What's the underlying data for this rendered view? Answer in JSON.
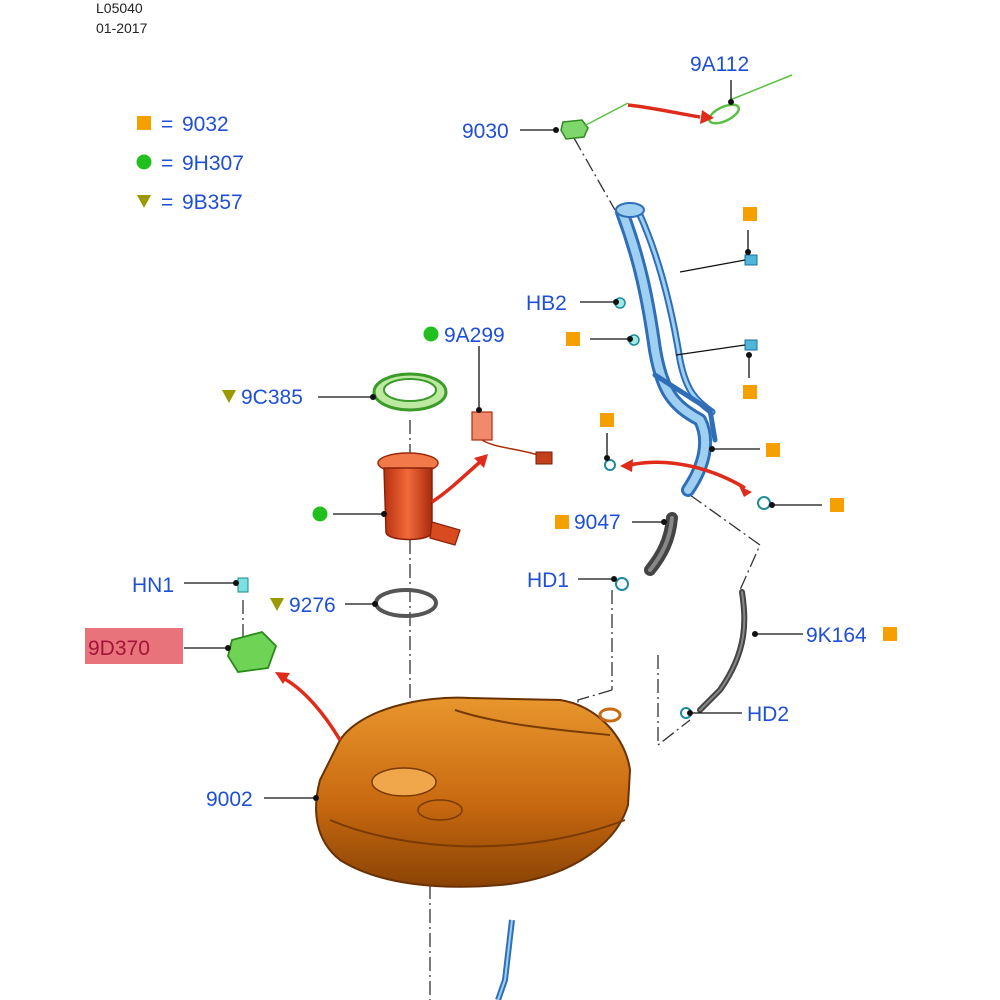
{
  "header": {
    "code": "L05040",
    "date": "01-2017"
  },
  "legend": {
    "square_value": "9032",
    "circle_value": "9H307",
    "triangle_value": "9B357",
    "equals": "="
  },
  "labels": {
    "p9A112": "9A112",
    "p9030": "9030",
    "pHB2": "HB2",
    "p9A299": "9A299",
    "p9C385": "9C385",
    "p9047": "9047",
    "pHD1": "HD1",
    "pHN1": "HN1",
    "p9276": "9276",
    "p9D370": "9D370",
    "p9K164": "9K164",
    "pHD2": "HD2",
    "p9002": "9002"
  },
  "colors": {
    "label_blue": "#1f4fd6",
    "square_orange": "#f5a000",
    "circle_green": "#22c01e",
    "triangle_olive": "#9a9a00",
    "highlight_red": "#e8737a",
    "highlight_text": "#a3133a",
    "tank_orange": "#c96a10",
    "pump_red": "#d9451c",
    "filler_blue": "#7fb8ea",
    "arrow_red": "#e02a1a"
  },
  "icons": {
    "square": "orange-square-icon",
    "circle": "green-circle-icon",
    "triangle": "olive-triangle-icon"
  }
}
